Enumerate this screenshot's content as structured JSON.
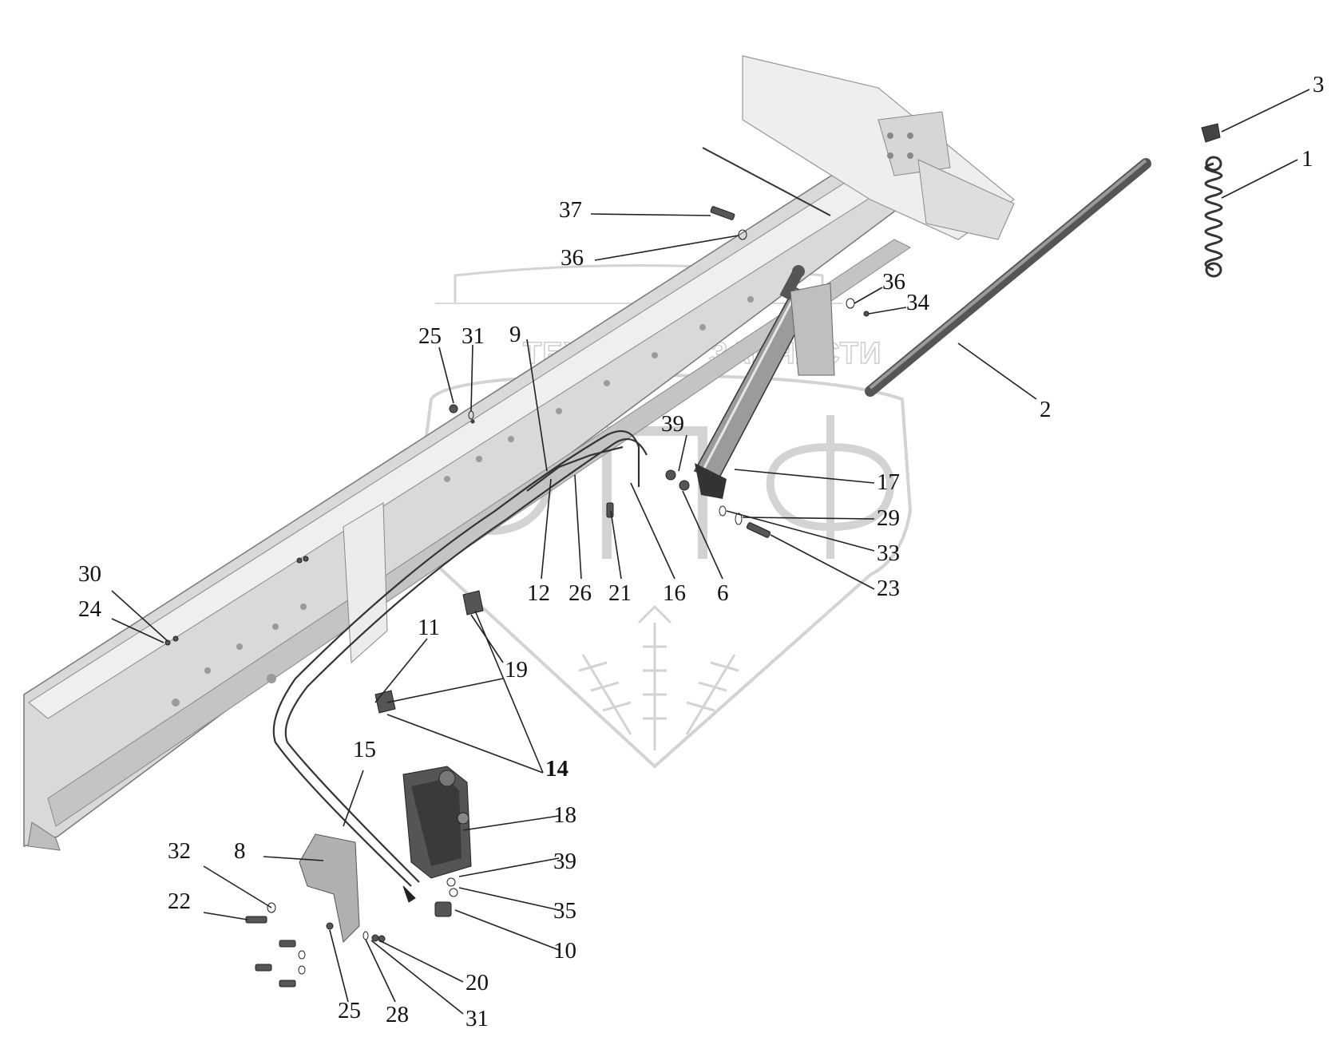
{
  "watermark": {
    "left_text": "ТЕХНИКА",
    "right_text": "ЗАПЧАСТИ",
    "emblem_letters": "ЭПФ"
  },
  "callouts": [
    {
      "id": "3",
      "text": "3"
    },
    {
      "id": "1",
      "text": "1"
    },
    {
      "id": "37",
      "text": "37"
    },
    {
      "id": "36a",
      "text": "36"
    },
    {
      "id": "36b",
      "text": "36"
    },
    {
      "id": "34",
      "text": "34"
    },
    {
      "id": "2",
      "text": "2"
    },
    {
      "id": "25a",
      "text": "25"
    },
    {
      "id": "31a",
      "text": "31"
    },
    {
      "id": "9",
      "text": "9"
    },
    {
      "id": "39a",
      "text": "39"
    },
    {
      "id": "17",
      "text": "17"
    },
    {
      "id": "29",
      "text": "29"
    },
    {
      "id": "33",
      "text": "33"
    },
    {
      "id": "23",
      "text": "23"
    },
    {
      "id": "12",
      "text": "12"
    },
    {
      "id": "26",
      "text": "26"
    },
    {
      "id": "21",
      "text": "21"
    },
    {
      "id": "16",
      "text": "16"
    },
    {
      "id": "6",
      "text": "6"
    },
    {
      "id": "30",
      "text": "30"
    },
    {
      "id": "24",
      "text": "24"
    },
    {
      "id": "11",
      "text": "11"
    },
    {
      "id": "19",
      "text": "19"
    },
    {
      "id": "14",
      "text": "14"
    },
    {
      "id": "15",
      "text": "15"
    },
    {
      "id": "18",
      "text": "18"
    },
    {
      "id": "39b",
      "text": "39"
    },
    {
      "id": "35",
      "text": "35"
    },
    {
      "id": "10",
      "text": "10"
    },
    {
      "id": "32",
      "text": "32"
    },
    {
      "id": "8",
      "text": "8"
    },
    {
      "id": "22",
      "text": "22"
    },
    {
      "id": "20",
      "text": "20"
    },
    {
      "id": "25b",
      "text": "25"
    },
    {
      "id": "28",
      "text": "28"
    },
    {
      "id": "31b",
      "text": "31"
    }
  ]
}
